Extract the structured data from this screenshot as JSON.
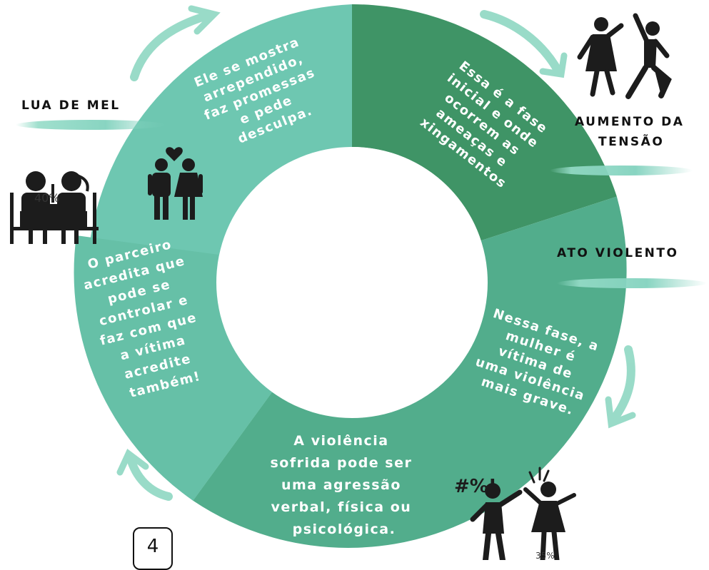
{
  "segments": {
    "tension_text": [
      "Essa é a fase",
      "inicial e onde",
      "ocorrem as",
      "ameaças e",
      "xingamentos"
    ],
    "violent_text": [
      "Nessa fase, a",
      "mulher é",
      "vítima de",
      "uma violência",
      "mais grave."
    ],
    "violence_types_text": [
      "A violência",
      "sofrida pode ser",
      "uma agressão",
      "verbal, física ou",
      "psicológica."
    ],
    "belief_text": [
      "O parceiro",
      "acredita que",
      "pode se",
      "controlar e",
      "faz com que",
      "a vítima",
      "acredite",
      "também!"
    ],
    "honeymoon_text": [
      "Ele se mostra",
      "arrependido,",
      "faz promessas",
      "e pede",
      "desculpa."
    ]
  },
  "labels": {
    "lua_de_mel": "LUA DE MEL",
    "aumento_line1": "AUMENTO DA",
    "aumento_line2": "TENSÃO",
    "ato_violento": "ATO VIOLENTO"
  },
  "overlay": {
    "percent_left": "40%",
    "percent_bottom": "35%"
  },
  "page_number": "4",
  "colors": {
    "dark_green": "#3f9466",
    "mid_green": "#52ad8c",
    "light_teal": "#6ec7b1",
    "brush": "#8fd8c3",
    "icon": "#1c1c1c"
  },
  "icons": [
    "dancing-couple-icon",
    "dinner-couple-icon",
    "couple-heart-icon",
    "argument-icon",
    "curved-arrow-icon"
  ]
}
